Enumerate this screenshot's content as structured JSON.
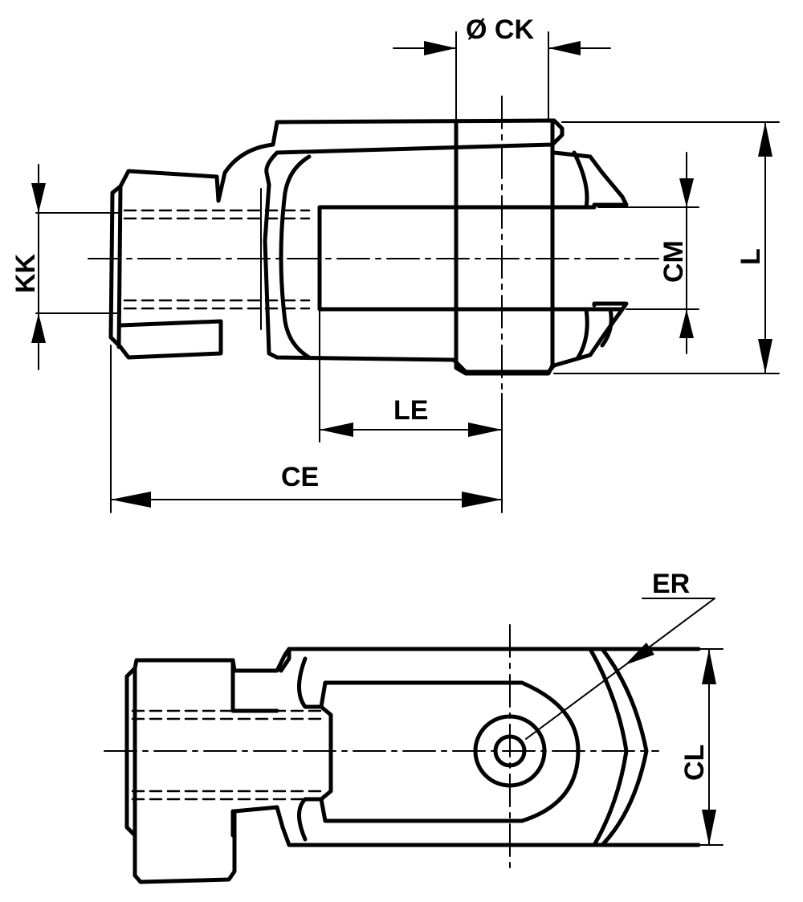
{
  "labels": {
    "ck": "Ø CK",
    "kk": "KK",
    "cm": "CM",
    "l": "L",
    "le": "LE",
    "ce": "CE",
    "er": "ER",
    "cl": "CL"
  },
  "colors": {
    "ink": "#000000",
    "paper": "#ffffff"
  }
}
